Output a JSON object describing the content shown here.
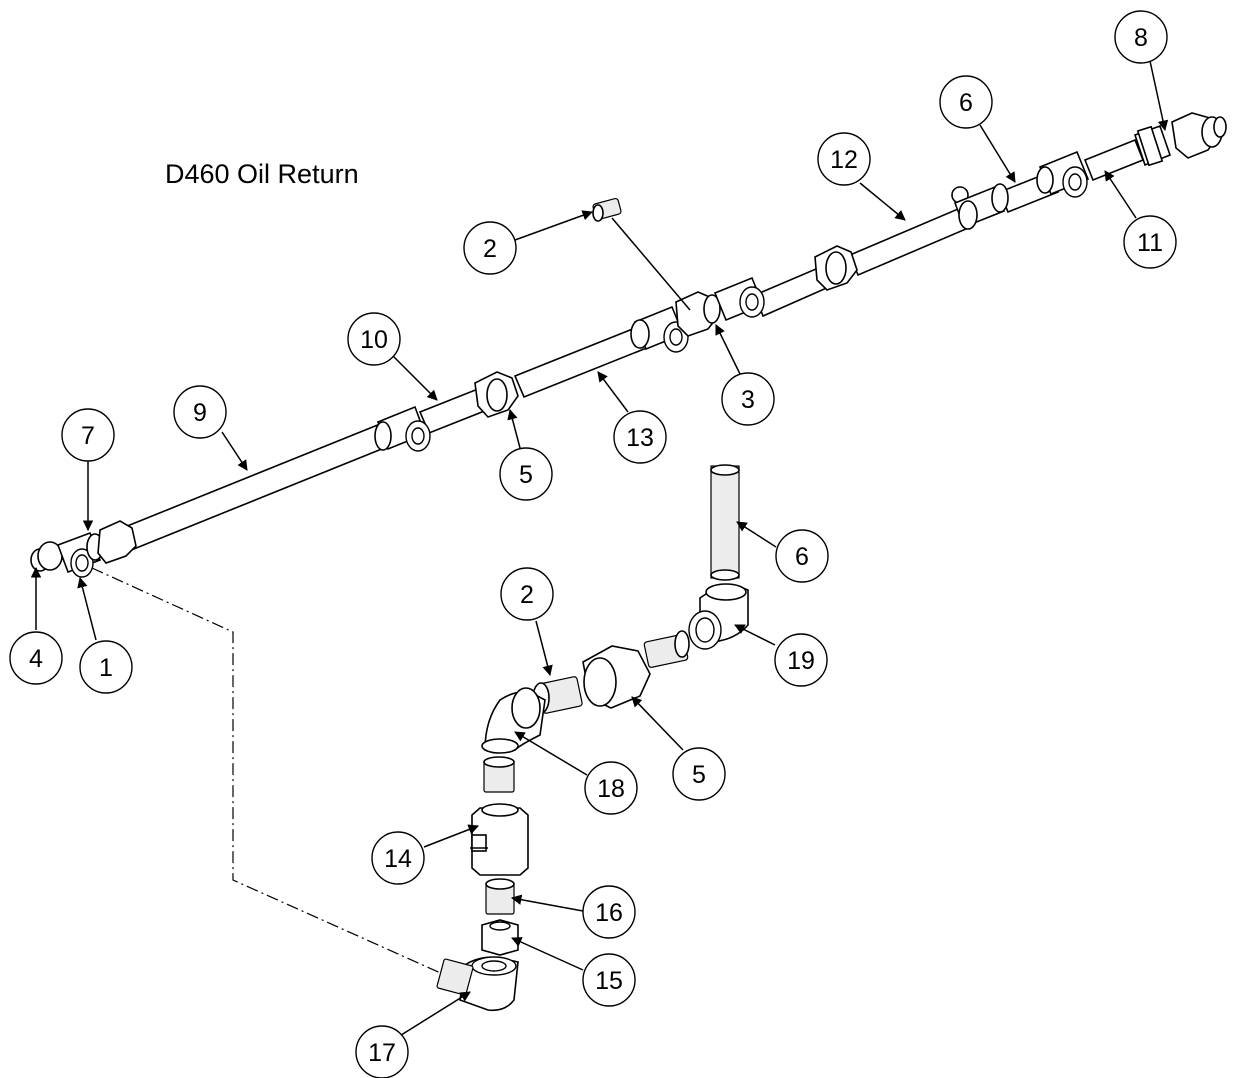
{
  "diagram": {
    "title": "D460 Oil Return",
    "callouts": [
      {
        "id": "c-8",
        "label": "8"
      },
      {
        "id": "c-6a",
        "label": "6"
      },
      {
        "id": "c-12",
        "label": "12"
      },
      {
        "id": "c-11",
        "label": "11"
      },
      {
        "id": "c-2a",
        "label": "2"
      },
      {
        "id": "c-10",
        "label": "10"
      },
      {
        "id": "c-3",
        "label": "3"
      },
      {
        "id": "c-9",
        "label": "9"
      },
      {
        "id": "c-7",
        "label": "7"
      },
      {
        "id": "c-13",
        "label": "13"
      },
      {
        "id": "c-5a",
        "label": "5"
      },
      {
        "id": "c-6b",
        "label": "6"
      },
      {
        "id": "c-2b",
        "label": "2"
      },
      {
        "id": "c-4",
        "label": "4"
      },
      {
        "id": "c-1",
        "label": "1"
      },
      {
        "id": "c-19",
        "label": "19"
      },
      {
        "id": "c-18",
        "label": "18"
      },
      {
        "id": "c-5b",
        "label": "5"
      },
      {
        "id": "c-14",
        "label": "14"
      },
      {
        "id": "c-16",
        "label": "16"
      },
      {
        "id": "c-15",
        "label": "15"
      },
      {
        "id": "c-17",
        "label": "17"
      }
    ]
  }
}
